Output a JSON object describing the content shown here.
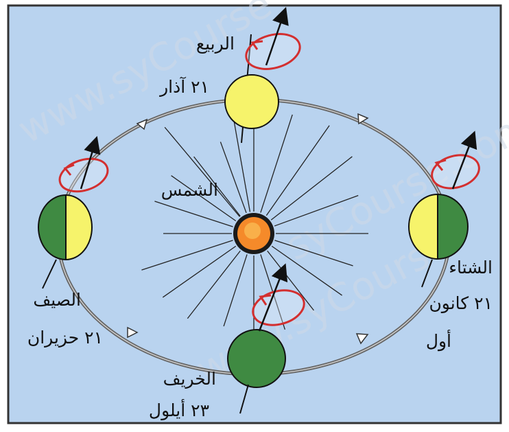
{
  "labels": {
    "spring": "الربيع",
    "spring_date": "٢١ آذار",
    "sun": "الشمس",
    "summer": "الصيف",
    "summer_date": "٢١ حزيران",
    "winter": "الشتاء",
    "winter_date": "٢١ كانون",
    "winter_date_2": "أول",
    "autumn": "الخريف",
    "autumn_date": "٢٣ أيلول"
  },
  "watermark": {
    "text": "www.syCourse",
    "alt": "syCourse.com/uae"
  },
  "colors": {
    "background": "#b9d3ef",
    "daylight": "#f6f36b",
    "night": "#3f8a42",
    "sun": "#f58a2a",
    "rotation_ring": "#d32f2f"
  }
}
